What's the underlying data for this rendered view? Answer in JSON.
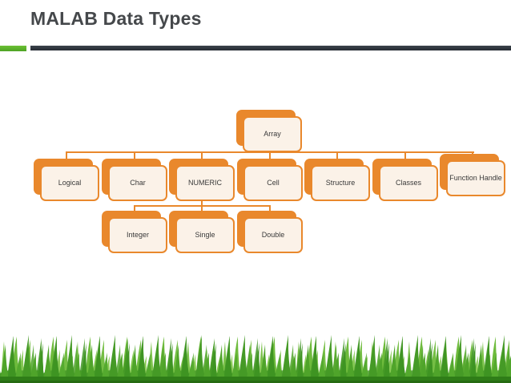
{
  "title": "MALAB Data Types",
  "colors": {
    "node_border": "#E9882C",
    "node_fill": "#FBF2E8",
    "divider_green": "#5BB42D",
    "divider_bar": "#30373E",
    "grass_front": "#4FA42A",
    "grass_back": "#7CC24B",
    "title_text": "#45484B"
  },
  "diagram": {
    "type": "hierarchy",
    "root": "Array",
    "nodes": {
      "array": {
        "label": "Array"
      },
      "logical": {
        "label": "Logical"
      },
      "char": {
        "label": "Char"
      },
      "numeric": {
        "label": "NUMERIC"
      },
      "cell": {
        "label": "Cell"
      },
      "structure": {
        "label": "Structure"
      },
      "classes": {
        "label": "Classes"
      },
      "function_handle": {
        "label": "Function Handle"
      },
      "integer": {
        "label": "Integer"
      },
      "single": {
        "label": "Single"
      },
      "double": {
        "label": "Double"
      }
    },
    "edges": [
      [
        "Array",
        "Logical"
      ],
      [
        "Array",
        "Char"
      ],
      [
        "Array",
        "NUMERIC"
      ],
      [
        "Array",
        "Cell"
      ],
      [
        "Array",
        "Structure"
      ],
      [
        "Array",
        "Classes"
      ],
      [
        "Array",
        "Function Handle"
      ],
      [
        "NUMERIC",
        "Integer"
      ],
      [
        "NUMERIC",
        "Single"
      ],
      [
        "NUMERIC",
        "Double"
      ]
    ]
  }
}
